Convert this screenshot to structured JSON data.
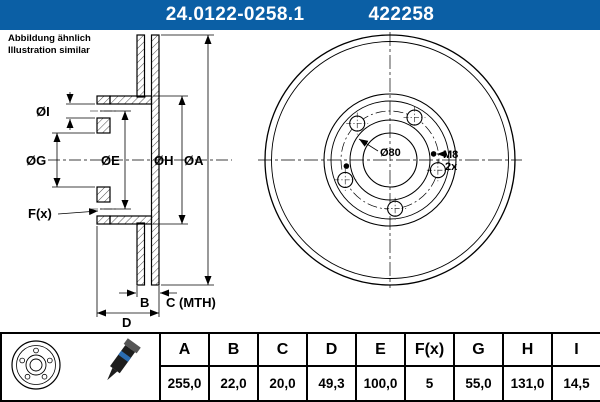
{
  "header": {
    "part_number": "24.0122-0258.1",
    "ref_number": "422258"
  },
  "note": {
    "line1": "Abbildung ähnlich",
    "line2": "Illustration similar"
  },
  "drawing": {
    "section_labels": {
      "dim_i": "ØI",
      "dim_g": "ØG",
      "dim_e": "ØE",
      "dim_h": "ØH",
      "dim_a": "ØA",
      "dim_f": "F(x)",
      "dim_b": "B",
      "dim_c": "C (MTH)",
      "dim_d": "D"
    },
    "front_labels": {
      "center_hole": "Ø80",
      "thread": "M8",
      "thread_count": "2x"
    }
  },
  "table": {
    "headers": [
      "A",
      "B",
      "C",
      "D",
      "E",
      "F(x)",
      "G",
      "H",
      "I"
    ],
    "values": [
      "255,0",
      "22,0",
      "20,0",
      "49,3",
      "100,0",
      "5",
      "55,0",
      "131,0",
      "14,5"
    ]
  },
  "icons": {
    "disc": "brake-disc-icon",
    "tool": "marking-tool-icon"
  },
  "colors": {
    "header_bg": "#0b5fa5",
    "line": "#000000"
  }
}
